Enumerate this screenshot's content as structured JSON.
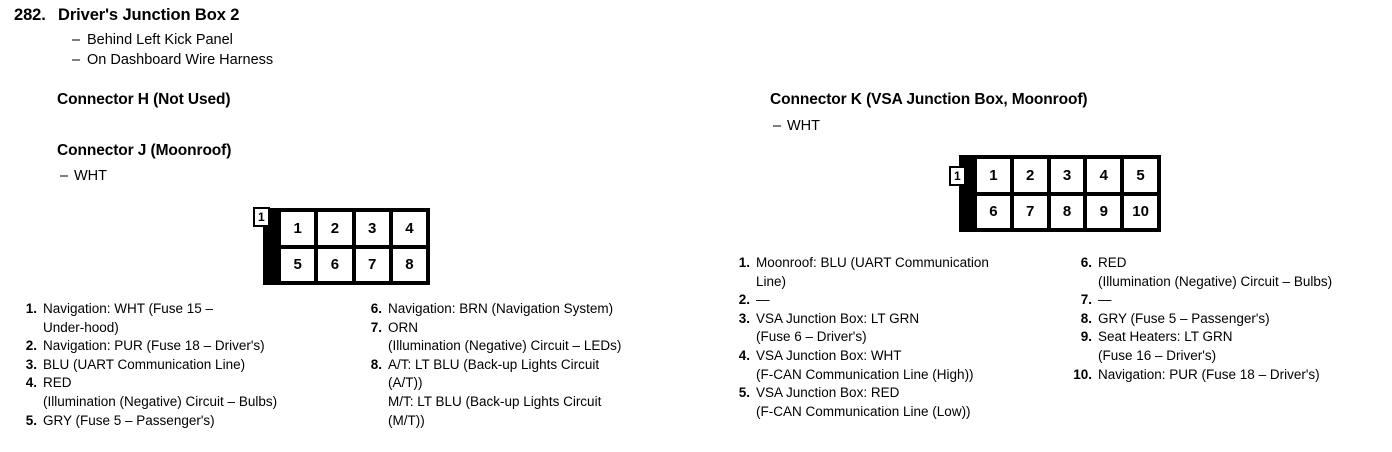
{
  "header": {
    "section_number": "282.",
    "section_title": "Driver's Junction Box 2",
    "dash": "–",
    "locations": [
      "Behind Left Kick Panel",
      "On Dashboard Wire Harness"
    ]
  },
  "connectors": {
    "h": {
      "heading": "Connector H (Not Used)"
    },
    "j": {
      "heading": "Connector J (Moonroof)",
      "wire_color": "WHT",
      "dash": "–",
      "pin_marker": "1",
      "rows": [
        [
          "1",
          "2",
          "3",
          "4"
        ],
        [
          "5",
          "6",
          "7",
          "8"
        ]
      ]
    },
    "k": {
      "heading": "Connector K (VSA Junction Box, Moonroof)",
      "wire_color": "WHT",
      "dash": "–",
      "pin_marker": "1",
      "rows": [
        [
          "1",
          "2",
          "3",
          "4",
          "5"
        ],
        [
          "6",
          "7",
          "8",
          "9",
          "10"
        ]
      ]
    }
  },
  "pin_lists": {
    "connector_j": {
      "column_a": [
        {
          "num": "1.",
          "lines": [
            "Navigation: WHT (Fuse 15 –",
            "Under-hood)"
          ]
        },
        {
          "num": "2.",
          "lines": [
            "Navigation: PUR (Fuse 18 – Driver's)"
          ]
        },
        {
          "num": "3.",
          "lines": [
            "BLU (UART Communication Line)"
          ]
        },
        {
          "num": "4.",
          "lines": [
            "RED",
            "(Illumination (Negative) Circuit – Bulbs)"
          ]
        },
        {
          "num": "5.",
          "lines": [
            "GRY (Fuse 5 – Passenger's)"
          ]
        }
      ],
      "column_b": [
        {
          "num": "6.",
          "lines": [
            "Navigation: BRN (Navigation System)"
          ]
        },
        {
          "num": "7.",
          "lines": [
            "ORN",
            "(Illumination (Negative) Circuit – LEDs)"
          ]
        },
        {
          "num": "8.",
          "lines": [
            "A/T: LT BLU (Back-up Lights Circuit",
            "(A/T))",
            "M/T: LT BLU (Back-up Lights Circuit",
            "(M/T))"
          ]
        }
      ]
    },
    "connector_k": {
      "column_a": [
        {
          "num": "1.",
          "lines": [
            "Moonroof: BLU (UART Communication",
            "Line)"
          ]
        },
        {
          "num": "2.",
          "lines": [
            "—"
          ]
        },
        {
          "num": "3.",
          "lines": [
            "VSA Junction Box: LT GRN",
            "(Fuse 6 – Driver's)"
          ]
        },
        {
          "num": "4.",
          "lines": [
            "VSA Junction Box: WHT",
            "(F-CAN Communication Line (High))"
          ]
        },
        {
          "num": "5.",
          "lines": [
            "VSA Junction Box: RED",
            "(F-CAN Communication Line (Low))"
          ]
        }
      ],
      "column_b": [
        {
          "num": "6.",
          "lines": [
            "RED",
            "(Illumination (Negative) Circuit – Bulbs)"
          ]
        },
        {
          "num": "7.",
          "lines": [
            "—"
          ]
        },
        {
          "num": "8.",
          "lines": [
            "GRY (Fuse 5 – Passenger's)"
          ]
        },
        {
          "num": "9.",
          "lines": [
            "Seat Heaters: LT GRN",
            "(Fuse 16 – Driver's)"
          ]
        },
        {
          "num": "10.",
          "lines": [
            "Navigation: PUR (Fuse 18 – Driver's)"
          ]
        }
      ]
    }
  }
}
